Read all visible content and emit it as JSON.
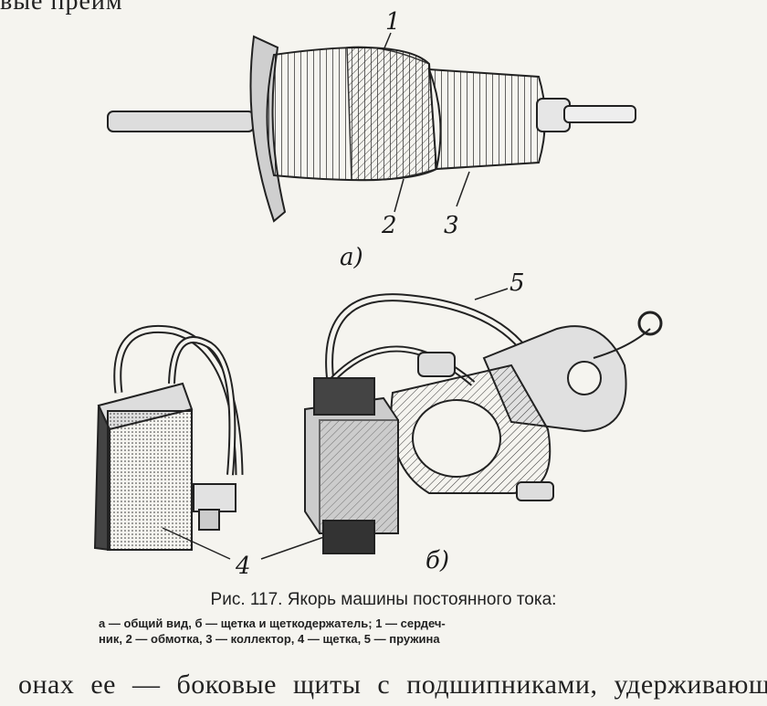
{
  "page": {
    "top_fragment": "вые преим                      ",
    "figure_labels": {
      "callout_1": "1",
      "callout_2": "2",
      "callout_3": "3",
      "callout_4": "4",
      "callout_5": "5",
      "panel_a": "а)",
      "panel_b": "б)"
    },
    "caption": {
      "title": "Рис. 117. Якорь машины постоянного тока:",
      "line1": "а — общий вид, б — щетка и щеткодержатель; 1 — сердеч-",
      "line2": "ник, 2 — обмотка, 3 — коллектор, 4 — щетка, 5 — пружина"
    },
    "body_text": "онах ее — боковые щиты с подшипниками, удерживающ"
  }
}
